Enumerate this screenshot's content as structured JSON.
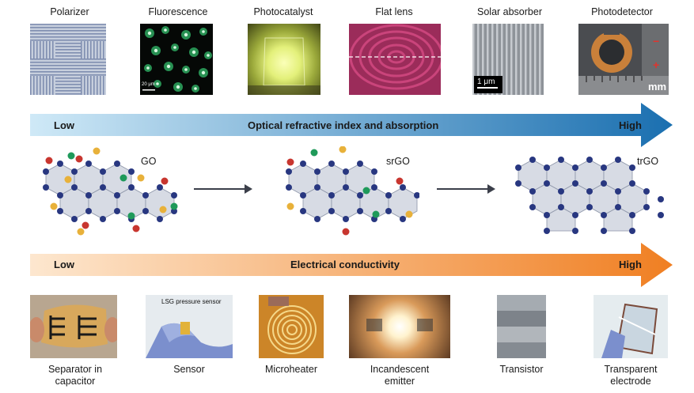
{
  "top_labels": [
    "Polarizer",
    "Fluorescence",
    "Photocatalyst",
    "Flat lens",
    "Solar absorber",
    "Photodetector"
  ],
  "scale_bars": {
    "fluorescence": "20 μm",
    "solar": "1 μm",
    "photodetector": "mm"
  },
  "photodetector_signs": {
    "minus": "−",
    "plus": "+"
  },
  "optical_band": {
    "low": "Low",
    "title": "Optical refractive index and absorption",
    "high": "High",
    "start_color": "#cfe9f7",
    "end_color": "#1a6fb0"
  },
  "molecules": [
    "GO",
    "srGO",
    "trGO"
  ],
  "electrical_band": {
    "low": "Low",
    "title": "Electrical conductivity",
    "high": "High",
    "start_color": "#fde7cf",
    "end_color": "#f07f22"
  },
  "bottom_labels": [
    {
      "line1": "Separator in",
      "line2": "capacitor"
    },
    {
      "line1": "Sensor",
      "line2": ""
    },
    {
      "line1": "Microheater",
      "line2": ""
    },
    {
      "line1": "Incandescent",
      "line2": "emitter"
    },
    {
      "line1": "Transistor",
      "line2": ""
    },
    {
      "line1": "Transparent",
      "line2": "electrode"
    }
  ],
  "sensor_tag": "LSG pressure sensor"
}
